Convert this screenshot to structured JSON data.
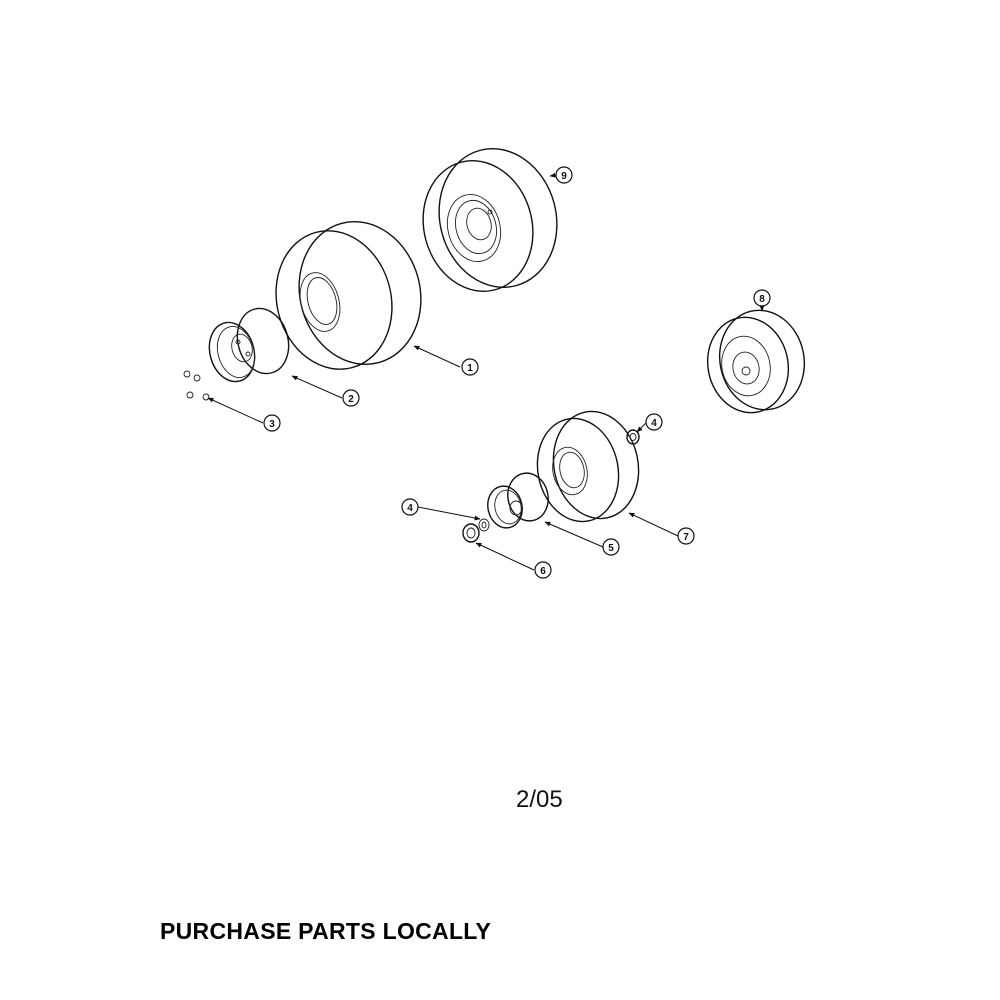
{
  "revision_date": "2/05",
  "footer_text": "PURCHASE PARTS LOCALLY",
  "callouts": [
    "1",
    "2",
    "3",
    "4",
    "5",
    "6",
    "7",
    "8",
    "9",
    "4"
  ]
}
